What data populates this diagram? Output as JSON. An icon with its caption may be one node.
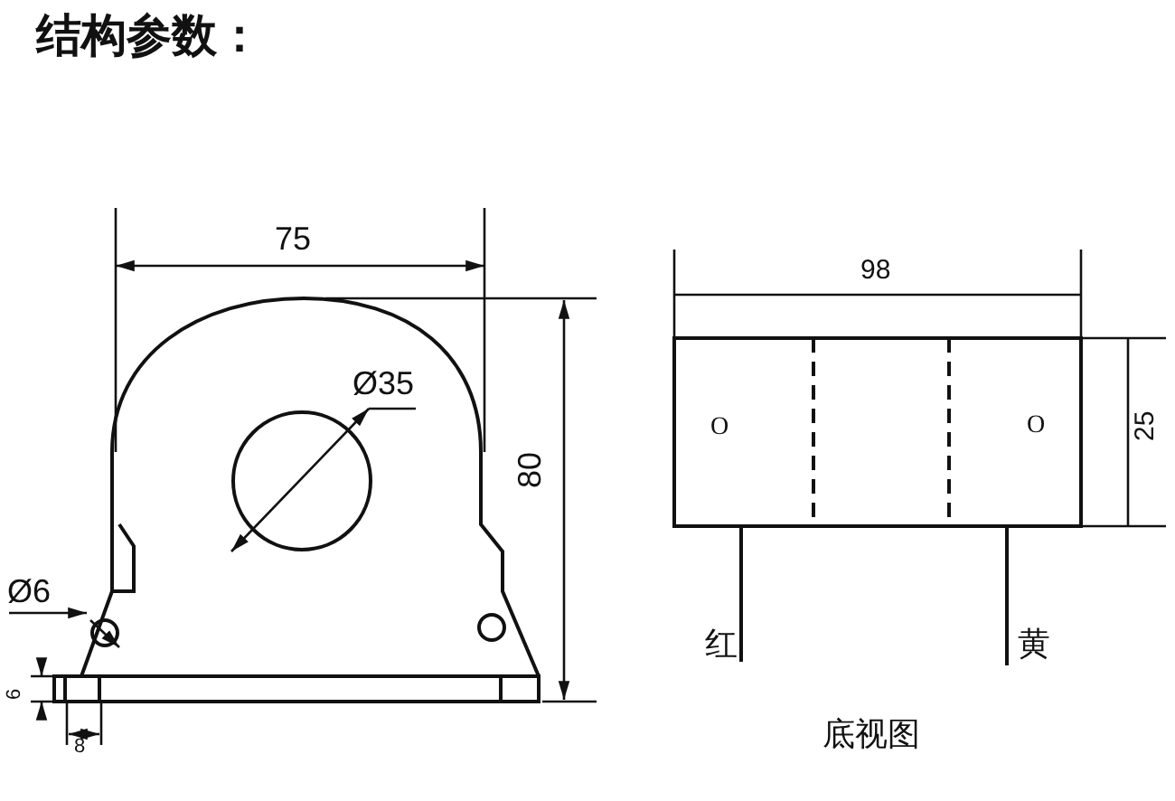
{
  "diagram": {
    "title": "结构参数：",
    "labels": [
      "75",
      "Ø35",
      "80",
      "Ø6",
      "6",
      "8",
      "98",
      "25",
      "O",
      "O",
      "红",
      "黄",
      "底视图"
    ]
  }
}
